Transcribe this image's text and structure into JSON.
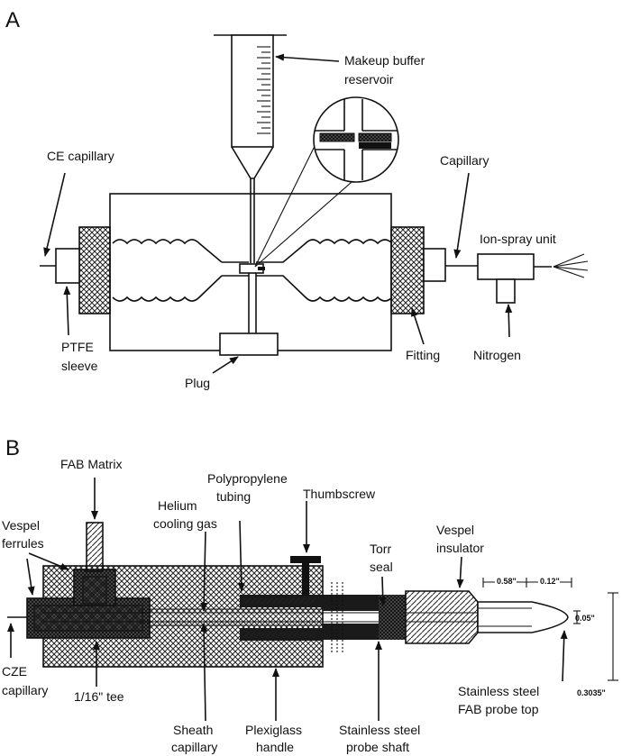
{
  "panel_a": {
    "letter": "A",
    "labels": {
      "makeup_1": "Makeup buffer",
      "makeup_2": "reservoir",
      "ce_capillary": "CE capillary",
      "capillary": "Capillary",
      "ion_spray": "Ion-spray unit",
      "ptfe_1": "PTFE",
      "ptfe_2": "sleeve",
      "plug": "Plug",
      "fitting": "Fitting",
      "nitrogen": "Nitrogen"
    }
  },
  "panel_b": {
    "letter": "B",
    "labels": {
      "fab_matrix": "FAB Matrix",
      "vespel_ferrules_1": "Vespel",
      "vespel_ferrules_2": "ferrules",
      "helium_1": "Helium",
      "helium_2": "cooling gas",
      "polypropylene_1": "Polypropylene",
      "polypropylene_2": "tubing",
      "thumbscrew": "Thumbscrew",
      "torr_1": "Torr",
      "torr_2": "seal",
      "vespel_insulator_1": "Vespel",
      "vespel_insulator_2": "insulator",
      "dim_058": "0.58\"",
      "dim_012": "0.12\"",
      "dim_005": "0.05\"",
      "dim_03035": "0.3035\"",
      "cze_1": "CZE",
      "cze_2": "capillary",
      "tee": "1/16\" tee",
      "sheath_1": "Sheath",
      "sheath_2": "capillary",
      "plexiglass_1": "Plexiglass",
      "plexiglass_2": "handle",
      "probe_shaft_1": "Stainless steel",
      "probe_shaft_2": "probe shaft",
      "probe_top_1": "Stainless steel",
      "probe_top_2": "FAB probe top"
    }
  }
}
